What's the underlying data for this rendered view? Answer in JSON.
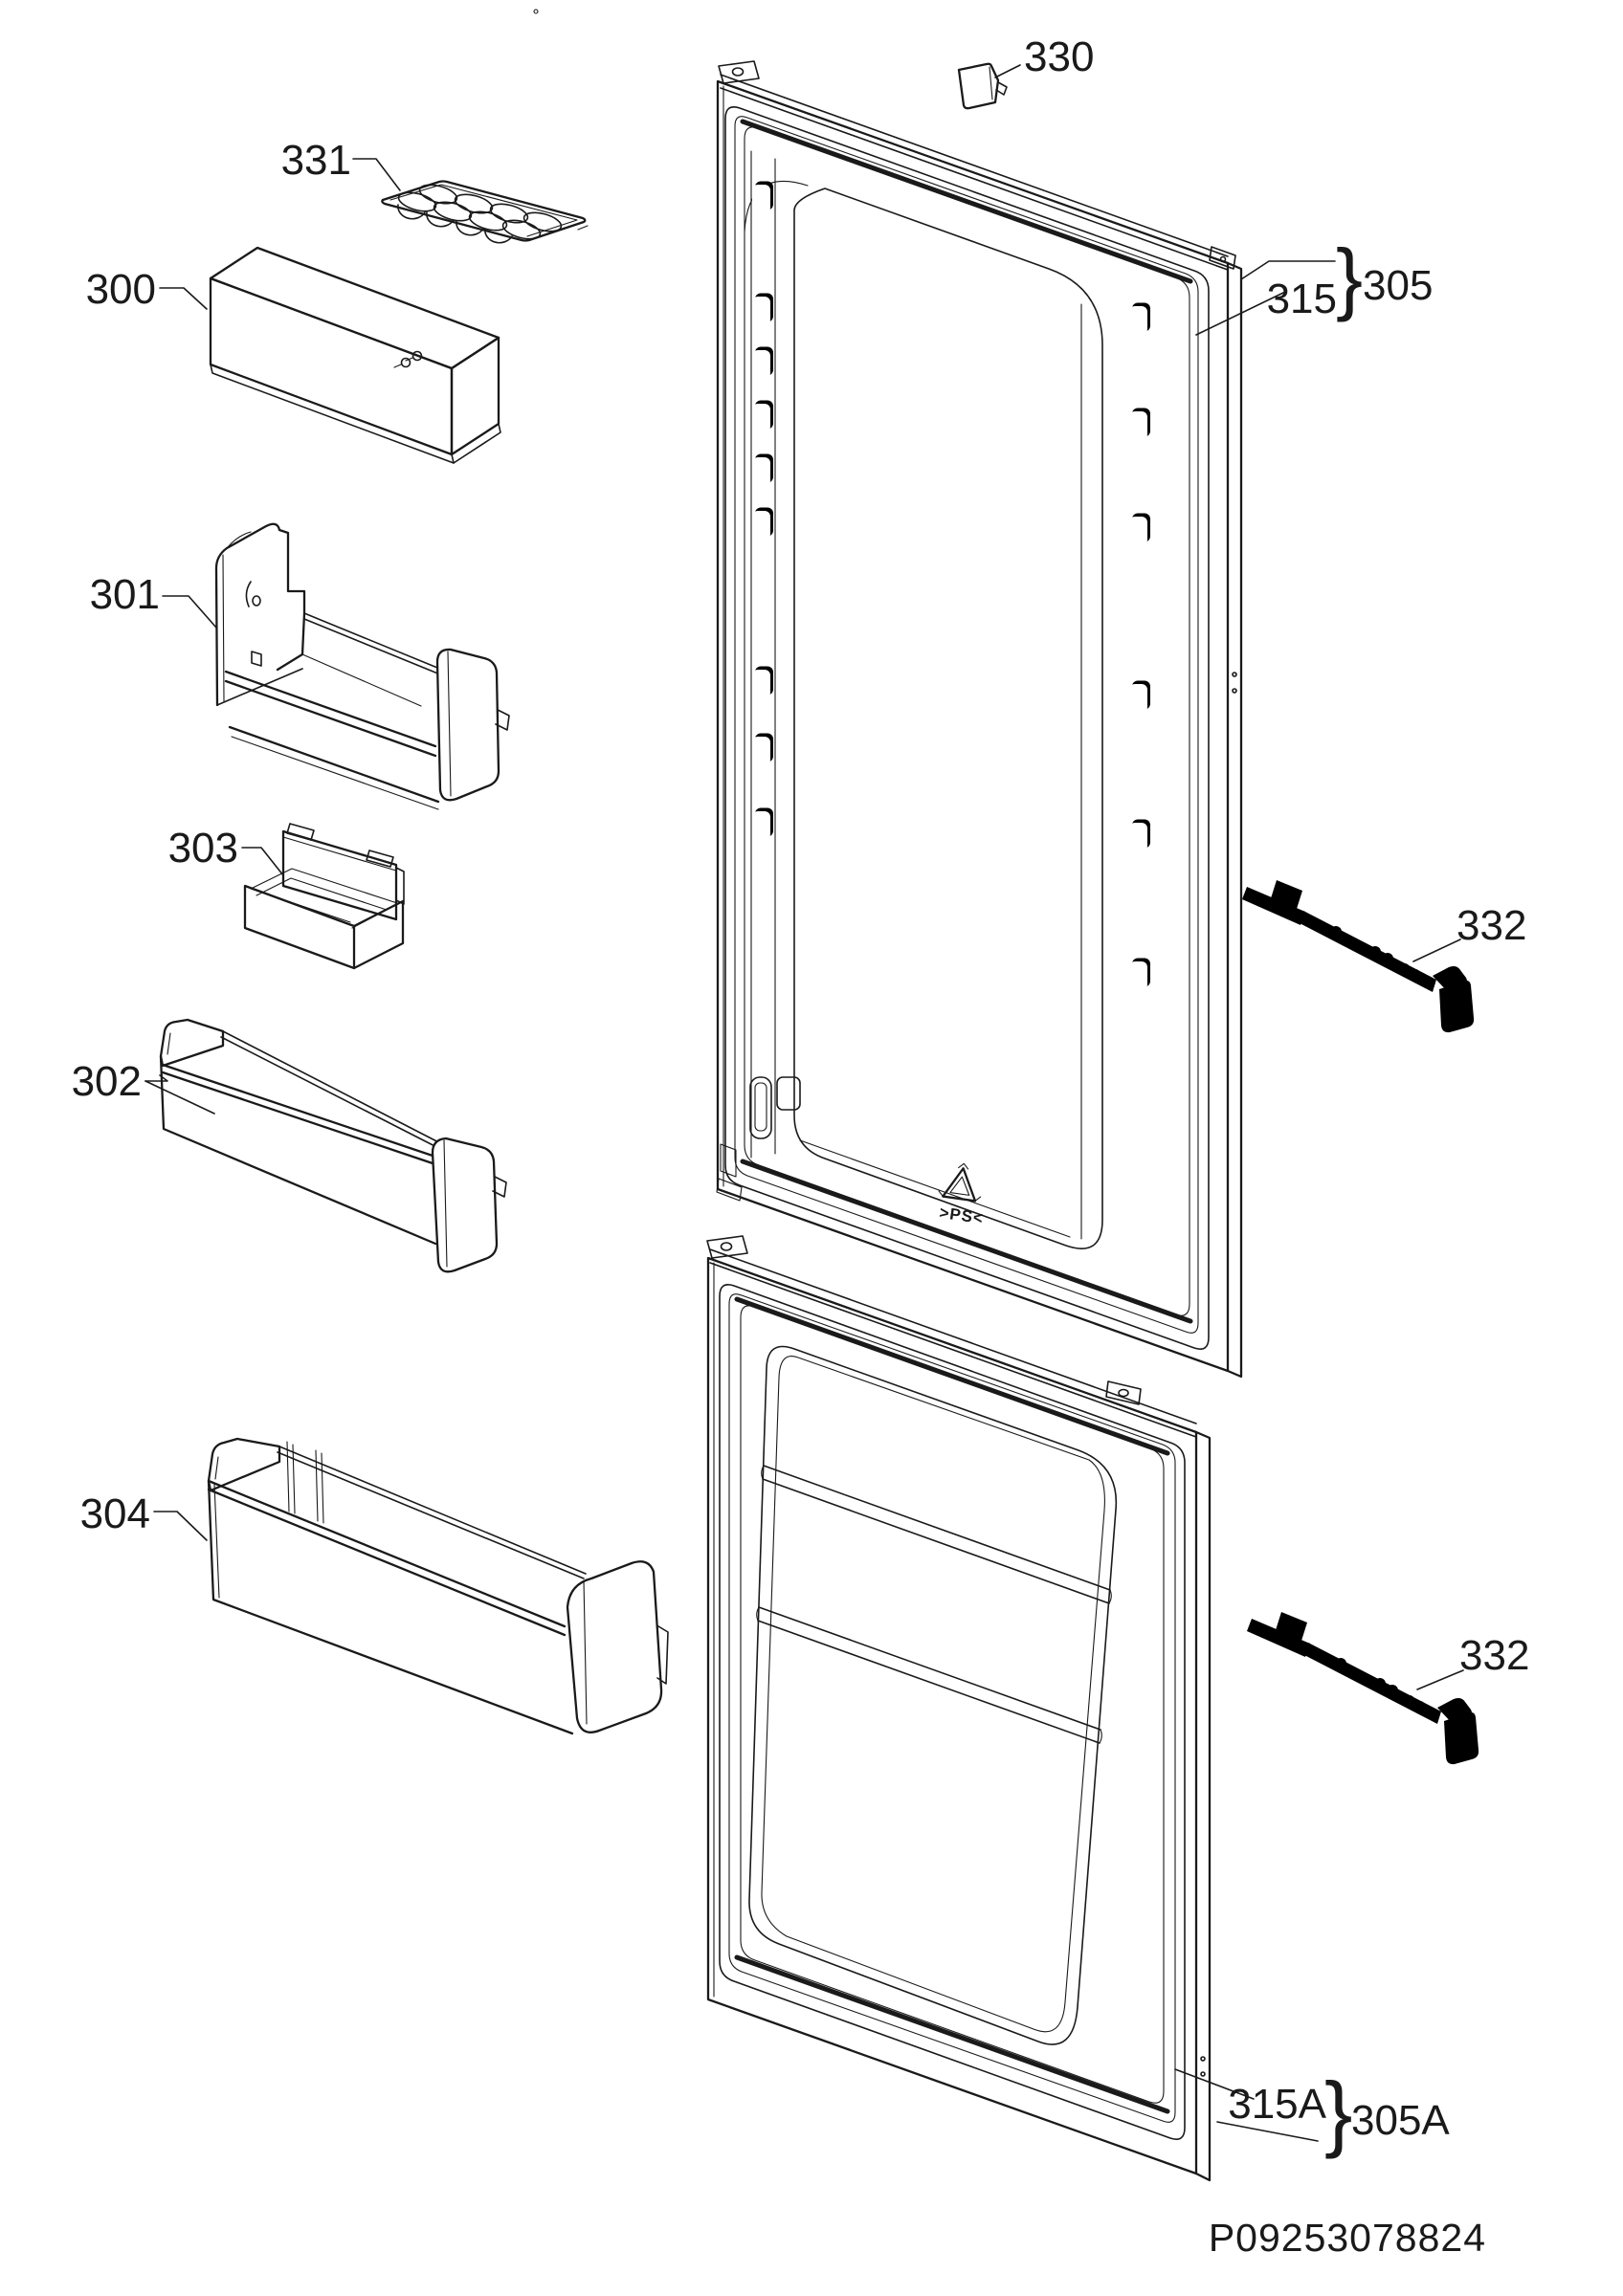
{
  "theme": {
    "ink": "#1a1a1a",
    "background": "#ffffff"
  },
  "callouts": {
    "egg_tray": "331",
    "cover_box": "300",
    "upper_door_shelf": "301",
    "small_bin": "303",
    "middle_bin": "302",
    "lower_bin": "304",
    "top_cap": "330",
    "upper_gasket": "315",
    "upper_door": "305",
    "rail_upper": "332",
    "rail_lower": "332",
    "lower_gasket": "315A",
    "lower_door": "305A"
  },
  "brace_glyph": "}",
  "door_marking": ">PS<",
  "document_number": "P09253078824"
}
